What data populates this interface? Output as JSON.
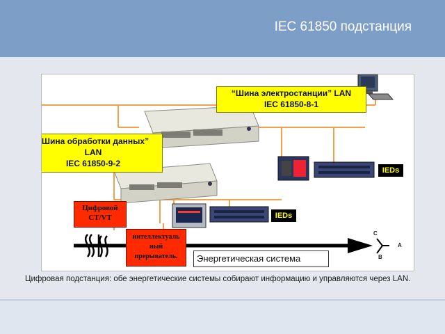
{
  "title": "IEC 61850 подстанция",
  "station_bus": [
    "“Шина электростанции” LAN",
    "IEC 61850-8-1"
  ],
  "process_bus": [
    "“Шина обработки данных”",
    "LAN",
    "IEC 61850-9-2"
  ],
  "digital_ctvt": [
    "Цифровой",
    "CT/VT"
  ],
  "smart_breaker": [
    "интеллектуаль",
    "ный",
    "прерыватель."
  ],
  "ieds_label_1": "IEDs",
  "ieds_label_2": "IEDs",
  "power_system": "Энергетическая система",
  "phases": {
    "a": "A",
    "b": "B",
    "c": "C"
  },
  "caption": "Цифровая подстанция: обе энергетические системы собирают информацию  и управляются  через LAN.",
  "colors": {
    "header": "#7d9ec6",
    "lan_line": "#f2a14a",
    "label_fill": "#ffff00",
    "device_fill": "#ff2a00"
  }
}
